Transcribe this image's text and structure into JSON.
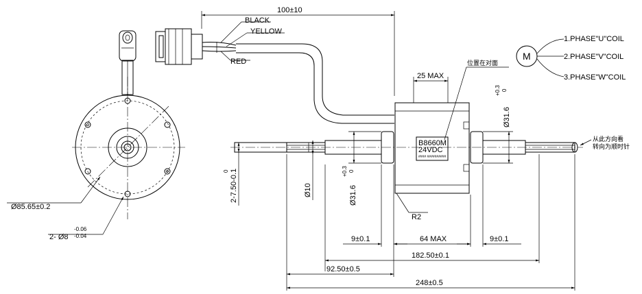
{
  "dimensions": {
    "lead_length": "100±10",
    "shaft_offset_top": "0",
    "shaft_offset_bot": "2-7.50-0.1",
    "shaft_dia": "Ø10",
    "boss_dia_top": "+0.3",
    "boss_dia_bot": "0",
    "boss_dia_main": "Ø31.6",
    "boss_dia_right": "Ø31.6",
    "max_body": "25 MAX",
    "body_len": "64 MAX",
    "boss_len_left": "9±0.1",
    "boss_len_right": "9±0.1",
    "mount_span": "182.50±0.1",
    "half_len": "92.50±0.5",
    "total_len": "248±0.5",
    "flange_dia": "Ø85.65±0.2",
    "hole_label": "2- Ø8",
    "hole_tol_top": "-0.06",
    "hole_tol_bot": "-0.04",
    "radius": "R2"
  },
  "wires": {
    "black": "BLACK",
    "yellow": "YELLOW",
    "red": "RED"
  },
  "label": {
    "model": "B8660M",
    "voltage": "24VDC",
    "small": "#### ##########",
    "position_note": "位置在对面"
  },
  "rotation_note": {
    "line1": "从此方向看",
    "line2": "转向为顺时针"
  },
  "schematic": {
    "motor_symbol": "M",
    "coils": [
      "1.PHASE\"U\"COIL",
      "2.PHASE\"V\"COIL",
      "3.PHASE\"W\"COIL"
    ]
  }
}
